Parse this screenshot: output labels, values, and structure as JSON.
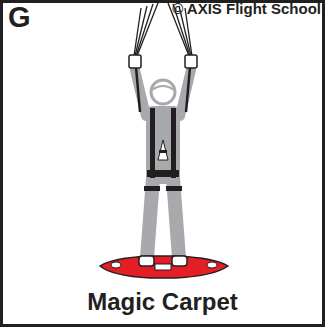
{
  "diagram": {
    "caption": "Magic Carpet",
    "labels": [
      "G",
      "© AXIS Flight School"
    ]
  }
}
